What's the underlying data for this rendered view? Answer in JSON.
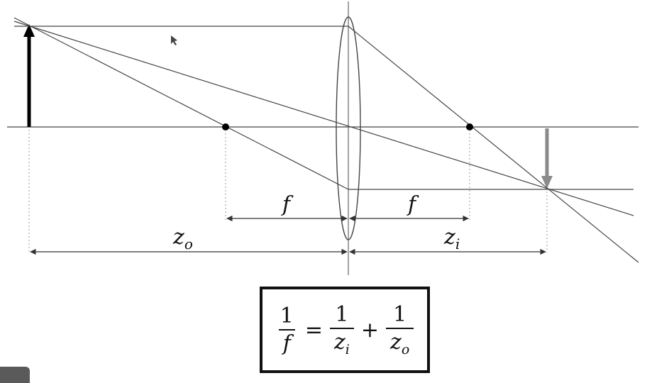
{
  "diagram": {
    "focal_label": "f",
    "object_distance_label": "z",
    "object_distance_sub": "o",
    "image_distance_label": "z",
    "image_distance_sub": "i"
  },
  "formula": {
    "lhs_numerator": "1",
    "lhs_denominator": "f",
    "equals": "=",
    "term1_numerator": "1",
    "term1_denominator": "z",
    "term1_sub": "i",
    "plus": "+",
    "term2_numerator": "1",
    "term2_denominator": "z",
    "term2_sub": "o"
  },
  "colors": {
    "object_arrow": "#000000",
    "image_arrow": "#8a8a8a"
  }
}
